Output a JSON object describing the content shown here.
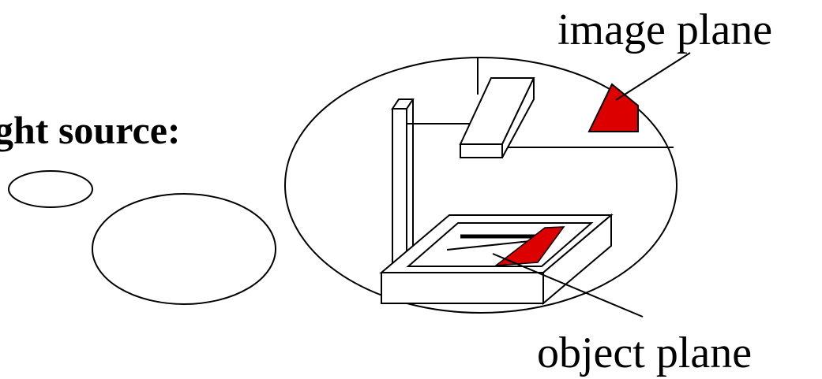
{
  "labels": {
    "light_source": "ght source:",
    "image_plane": "image plane",
    "object_plane": "object plane"
  },
  "colors": {
    "accent": "#dd0000",
    "line": "#000000",
    "background": "#ffffff"
  }
}
